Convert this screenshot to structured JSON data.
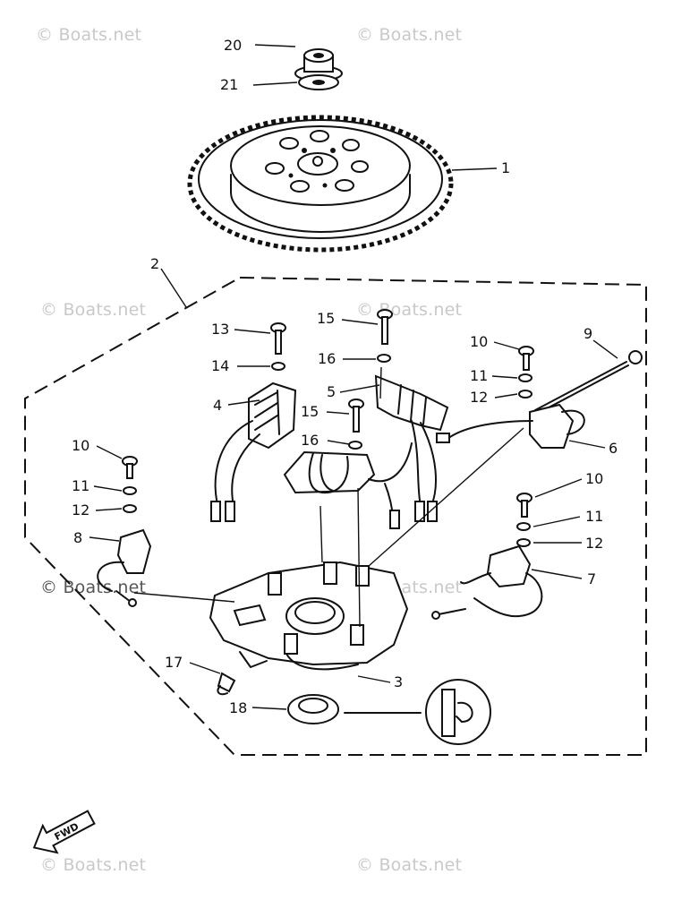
{
  "watermarks": [
    "© Boats.net",
    "© Boats.net",
    "© Boats.net",
    "© Boats.net",
    "© Boats.net",
    "© Boats.net",
    "© Boats.net",
    "© Boats.net"
  ],
  "callouts": {
    "c20": "20",
    "c21": "21",
    "c1": "1",
    "c2": "2",
    "c13": "13",
    "c14": "14",
    "c4": "4",
    "c15a": "15",
    "c16a": "16",
    "c5": "5",
    "c15b": "15",
    "c16b": "16",
    "c10a": "10",
    "c11a": "11",
    "c12a": "12",
    "c9": "9",
    "c6": "6",
    "c10b": "10",
    "c11b": "11",
    "c12b": "12",
    "c8": "8",
    "c10c": "10",
    "c11c": "11",
    "c12c": "12",
    "c7": "7",
    "c17": "17",
    "c3": "3",
    "c18": "18"
  },
  "fwd_label": "FWD"
}
